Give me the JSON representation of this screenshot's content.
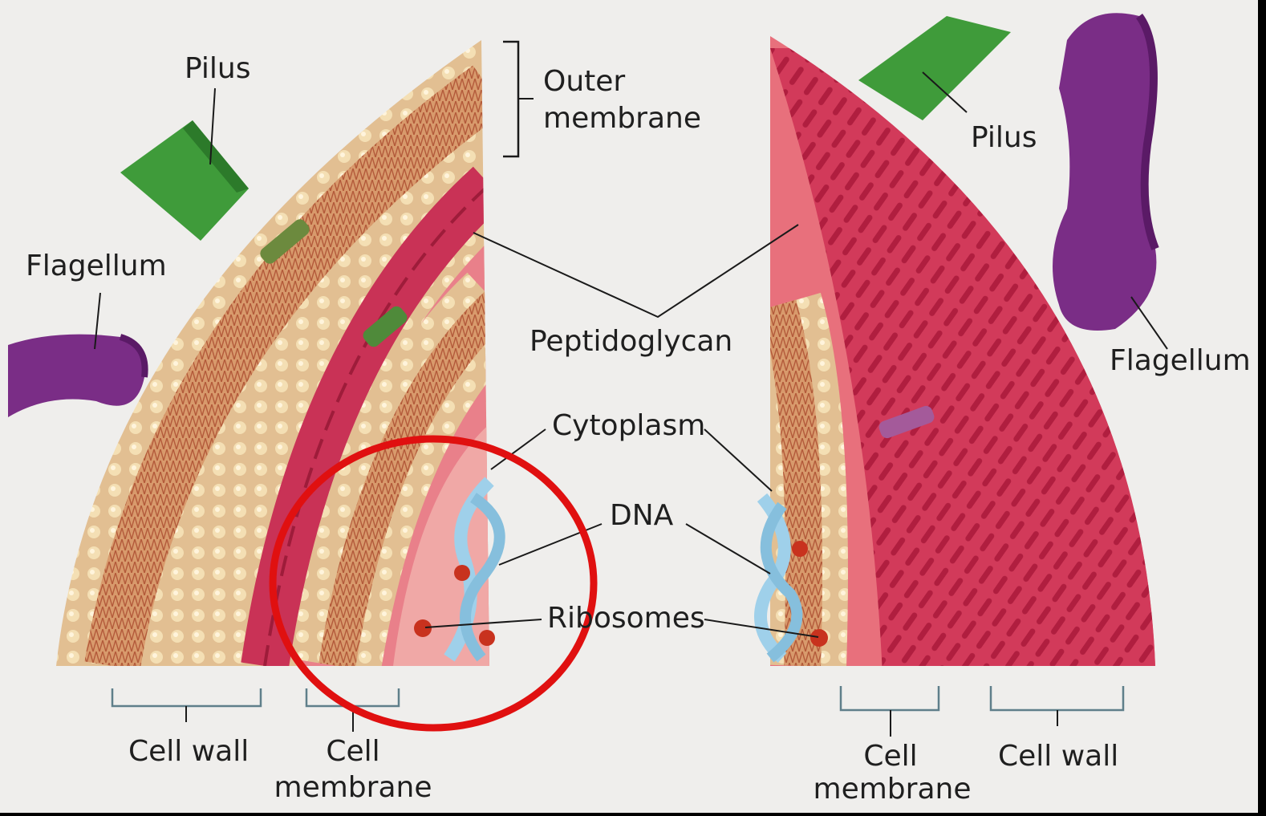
{
  "diagram": {
    "colors": {
      "background": "#efeeec",
      "outer_membrane": "#e6c59a",
      "peptidoglycan": "#cc2f52",
      "cytoplasm": "#e86a78",
      "pilus": "#3f9b3a",
      "flagellum": "#7a2d86",
      "dna": "#9fd0ea",
      "ribosome": "#c8321e",
      "highlight_circle": "#e01010",
      "leader_line": "#1a1a1a",
      "bracket": "#5f7f8a"
    },
    "labels": {
      "pilus_left": "Pilus",
      "outer_membrane_line1": "Outer",
      "outer_membrane_line2": "membrane",
      "flagellum_left": "Flagellum",
      "peptidoglycan": "Peptidoglycan",
      "cytoplasm": "Cytoplasm",
      "dna": "DNA",
      "ribosomes": "Ribosomes",
      "pilus_right": "Pilus",
      "flagellum_right": "Flagellum",
      "cell_wall_left": "Cell wall",
      "cell_membrane_left_line1": "Cell",
      "cell_membrane_left_line2": "membrane",
      "cell_membrane_right_line1": "Cell",
      "cell_membrane_right_line2": "membrane",
      "cell_wall_right": "Cell wall"
    }
  }
}
